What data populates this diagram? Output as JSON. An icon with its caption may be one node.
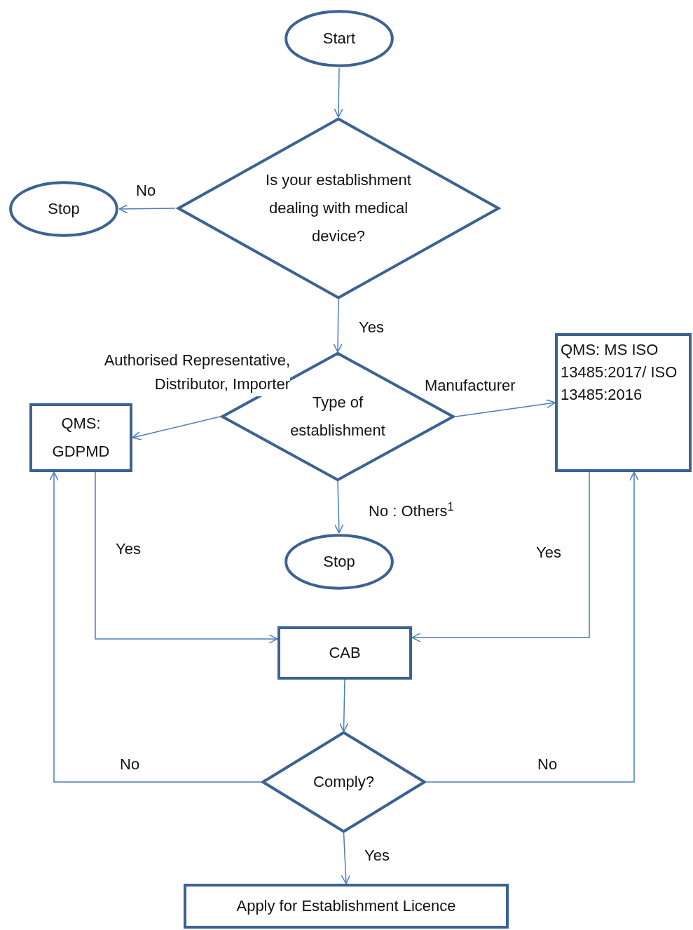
{
  "diagram": {
    "nodes": [
      {
        "text": [
          "Start"
        ]
      },
      {
        "text": [
          "Is your establishment dealing with medical device?"
        ]
      },
      {
        "text": [
          "Stop"
        ]
      },
      {
        "text": [
          "Type of establishment"
        ]
      },
      {
        "text": [
          "QMS: GDPMD"
        ]
      },
      {
        "text": [
          "QMS: MS ISO 13485:2017/ ISO 13485:2016"
        ]
      },
      {
        "text": [
          "Stop"
        ]
      },
      {
        "text": [
          "CAB"
        ]
      },
      {
        "text": [
          "Comply?"
        ]
      },
      {
        "text": [
          "Apply for Establishment Licence"
        ]
      }
    ],
    "edges": [
      {
        "from": 0,
        "to": 1,
        "arrow": "to"
      },
      {
        "from": 1,
        "to": 2,
        "arrow": "to",
        "label": "No"
      },
      {
        "from": 1,
        "to": 3,
        "arrow": "to",
        "label": "Yes"
      },
      {
        "from": 3,
        "to": 4,
        "arrow": "to",
        "label": "Authorised Representative, Distributor, Importer"
      },
      {
        "from": 3,
        "to": 5,
        "arrow": "to",
        "label": "Manufacturer"
      },
      {
        "from": 3,
        "to": 6,
        "arrow": "to",
        "label": "No : Others$^{1}$"
      },
      {
        "from": 4,
        "to": 7,
        "arrow": "to",
        "label": "Yes"
      },
      {
        "from": 5,
        "to": 7,
        "arrow": "to",
        "label": "Yes"
      },
      {
        "from": 7,
        "to": 8,
        "arrow": "to"
      },
      {
        "from": 8,
        "to": 4,
        "arrow": "to",
        "label": "No"
      },
      {
        "from": 8,
        "to": 5,
        "arrow": "to",
        "label": "No"
      },
      {
        "from": 8,
        "to": 9,
        "arrow": "to",
        "label": "Yes"
      }
    ]
  }
}
